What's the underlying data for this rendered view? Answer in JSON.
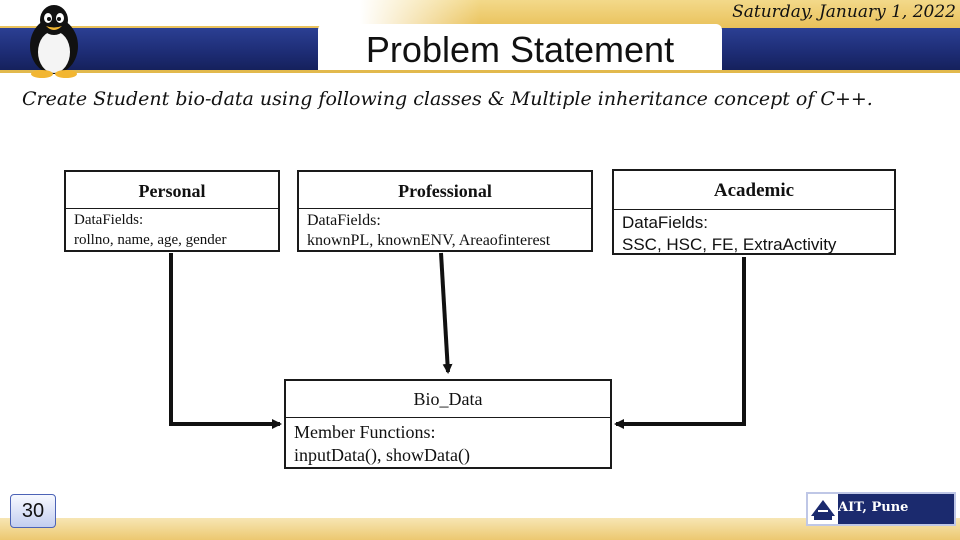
{
  "slide": {
    "title": "Problem Statement",
    "date": "Saturday, January 1, 2022",
    "subtitle": "Create Student bio-data using following classes & Multiple inheritance concept of C++.",
    "number": "30",
    "logo_text": "AIT, Pune"
  },
  "diagram": {
    "personal": {
      "name": "Personal",
      "line1": "DataFields:",
      "line2": "rollno, name, age, gender"
    },
    "professional": {
      "name": "Professional",
      "line1": "DataFields:",
      "line2": "knownPL, knownENV, Areaofinterest"
    },
    "academic": {
      "name": "Academic",
      "line1": "DataFields:",
      "line2": "SSC, HSC, FE, ExtraActivity"
    },
    "biodata": {
      "name": "Bio_Data",
      "line1": "Member Functions:",
      "line2": "inputData(), showData()"
    },
    "edges": [
      {
        "from": "Personal",
        "to": "Bio_Data"
      },
      {
        "from": "Professional",
        "to": "Bio_Data"
      },
      {
        "from": "Academic",
        "to": "Bio_Data"
      }
    ]
  },
  "colors": {
    "navy": "#1d2c74",
    "gold": "#e9c15a"
  },
  "icons": {
    "mascot": "penguin-icon",
    "logo": "ait-emblem-icon"
  }
}
